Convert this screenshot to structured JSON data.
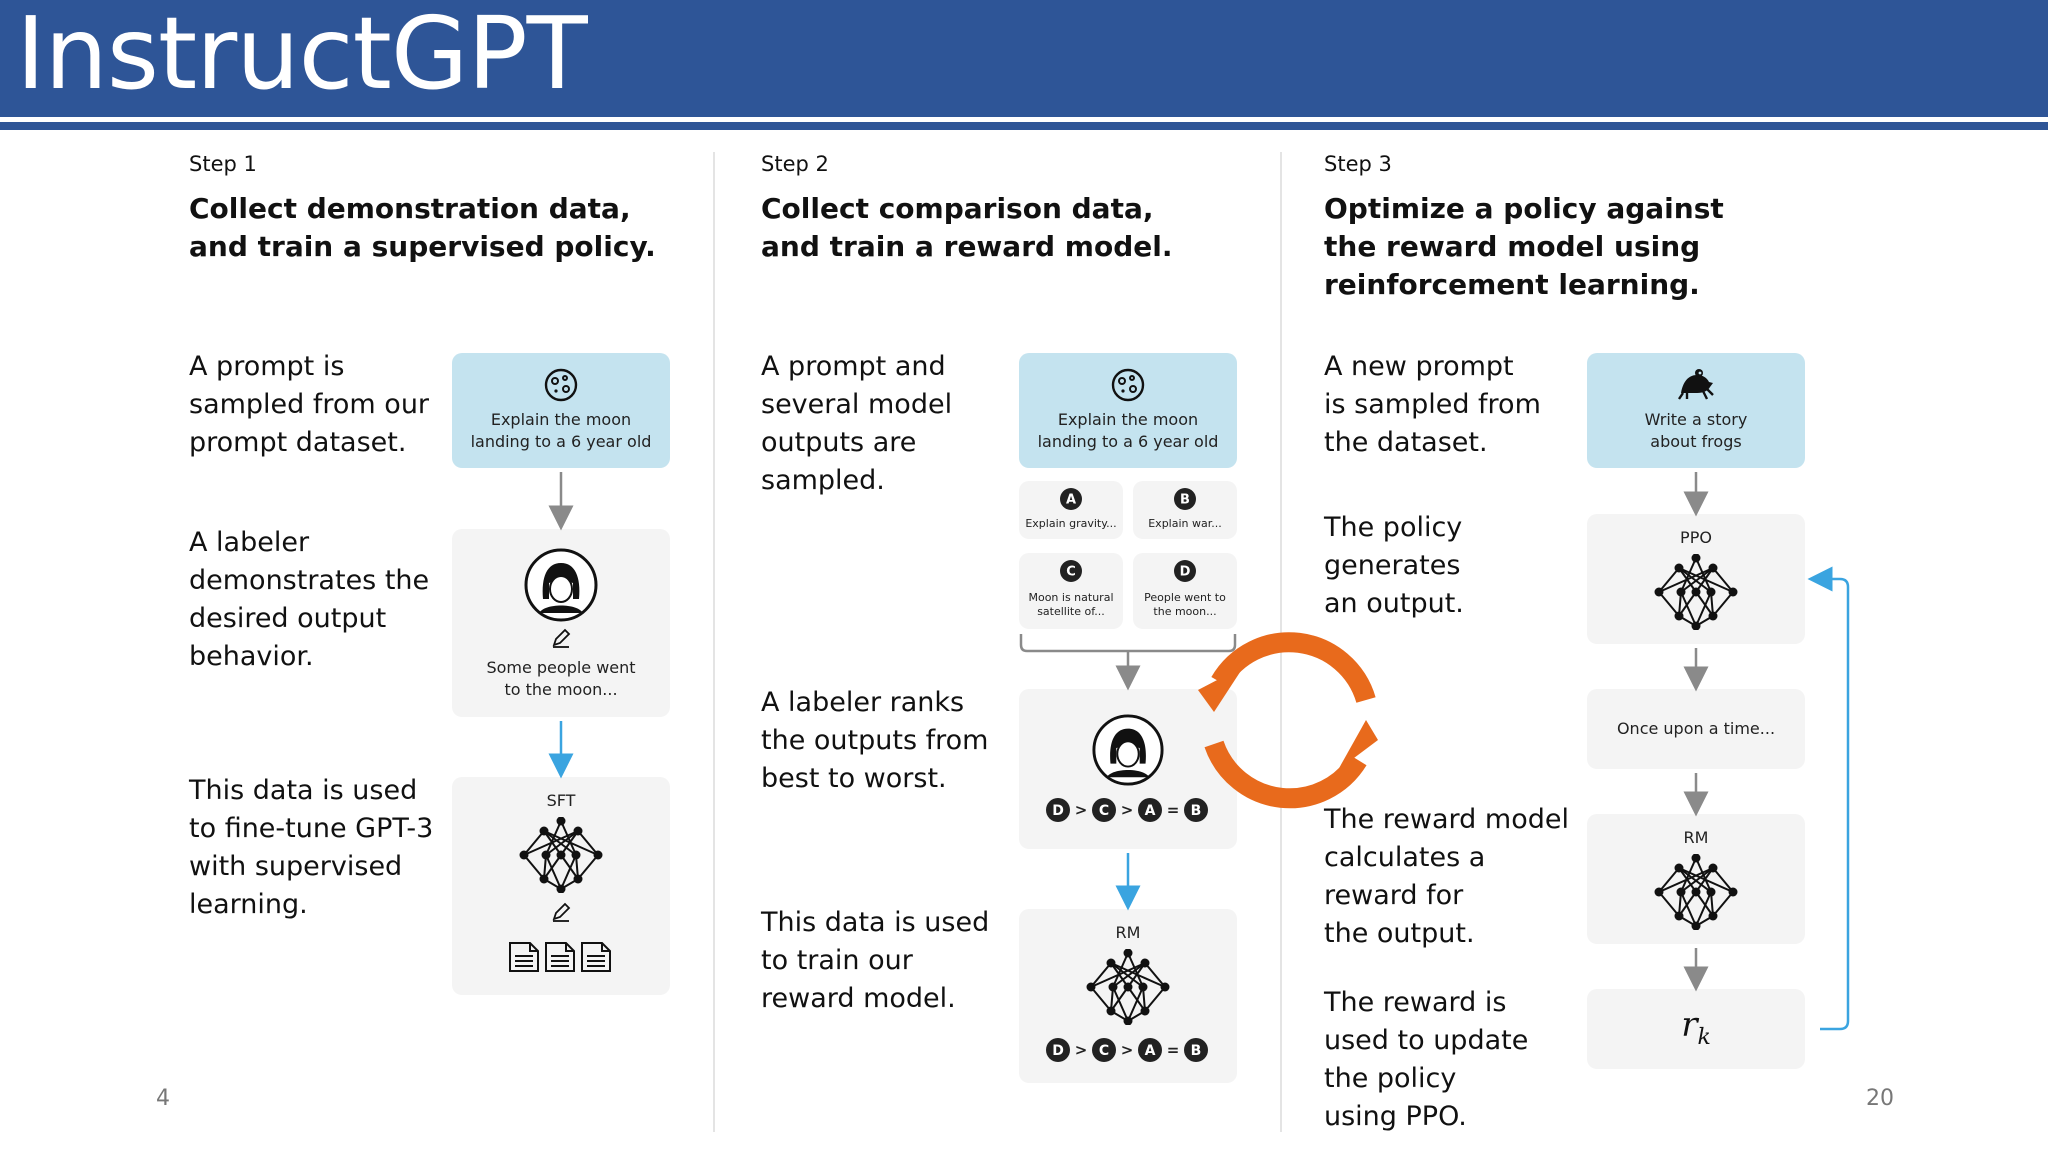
{
  "header": {
    "title": "InstructGPT",
    "bg_color": "#2e5597"
  },
  "page": {
    "left_number": "4",
    "right_number": "20"
  },
  "steps": [
    {
      "label": "Step 1",
      "heading": [
        "Collect demonstration data,",
        "and train a supervised policy."
      ],
      "descriptions": [
        [
          "A prompt is",
          "sampled from our",
          "prompt dataset."
        ],
        [
          "A labeler",
          "demonstrates the",
          "desired output",
          "behavior."
        ],
        [
          "This data is used",
          "to fine-tune GPT-3",
          "with supervised",
          "learning."
        ]
      ],
      "prompt_box": [
        "Explain the moon",
        "landing to a 6 year old"
      ],
      "demo_box": [
        "Some people went",
        "to the moon..."
      ],
      "model_label": "SFT"
    },
    {
      "label": "Step 2",
      "heading": [
        "Collect comparison data,",
        "and train a reward model."
      ],
      "descriptions": [
        [
          "A prompt and",
          "several model",
          "outputs are",
          "sampled."
        ],
        [
          "A labeler ranks",
          "the outputs from",
          "best to worst."
        ],
        [
          "This data is used",
          "to train our",
          "reward model."
        ]
      ],
      "prompt_box": [
        "Explain the moon",
        "landing to a 6 year old"
      ],
      "outputs": [
        {
          "letter": "A",
          "text": [
            "Explain gravity..."
          ]
        },
        {
          "letter": "B",
          "text": [
            "Explain war..."
          ]
        },
        {
          "letter": "C",
          "text": [
            "Moon is natural",
            "satellite of..."
          ]
        },
        {
          "letter": "D",
          "text": [
            "People went to",
            "the moon..."
          ]
        }
      ],
      "ranking": [
        "D",
        ">",
        "C",
        ">",
        "A",
        "=",
        "B"
      ],
      "model_label": "RM"
    },
    {
      "label": "Step 3",
      "heading": [
        "Optimize a policy against",
        "the reward model using",
        "reinforcement learning."
      ],
      "descriptions": [
        [
          "A new prompt",
          "is sampled from",
          "the dataset."
        ],
        [
          "The policy",
          "generates",
          "an output."
        ],
        [
          "The reward model",
          "calculates a",
          "reward for",
          "the output."
        ],
        [
          "The reward is",
          "used to update",
          "the policy",
          "using PPO."
        ]
      ],
      "prompt_box": [
        "Write a story",
        "about frogs"
      ],
      "policy_label": "PPO",
      "output_box": "Once upon a time...",
      "rm_label": "RM",
      "reward_symbol": "r",
      "reward_subscript": "k"
    }
  ],
  "colors": {
    "prompt_box": "#c4e3ef",
    "box": "#f4f4f4",
    "blue_arrow": "#3aa4e0",
    "cycle_arrow": "#e86a1c"
  }
}
